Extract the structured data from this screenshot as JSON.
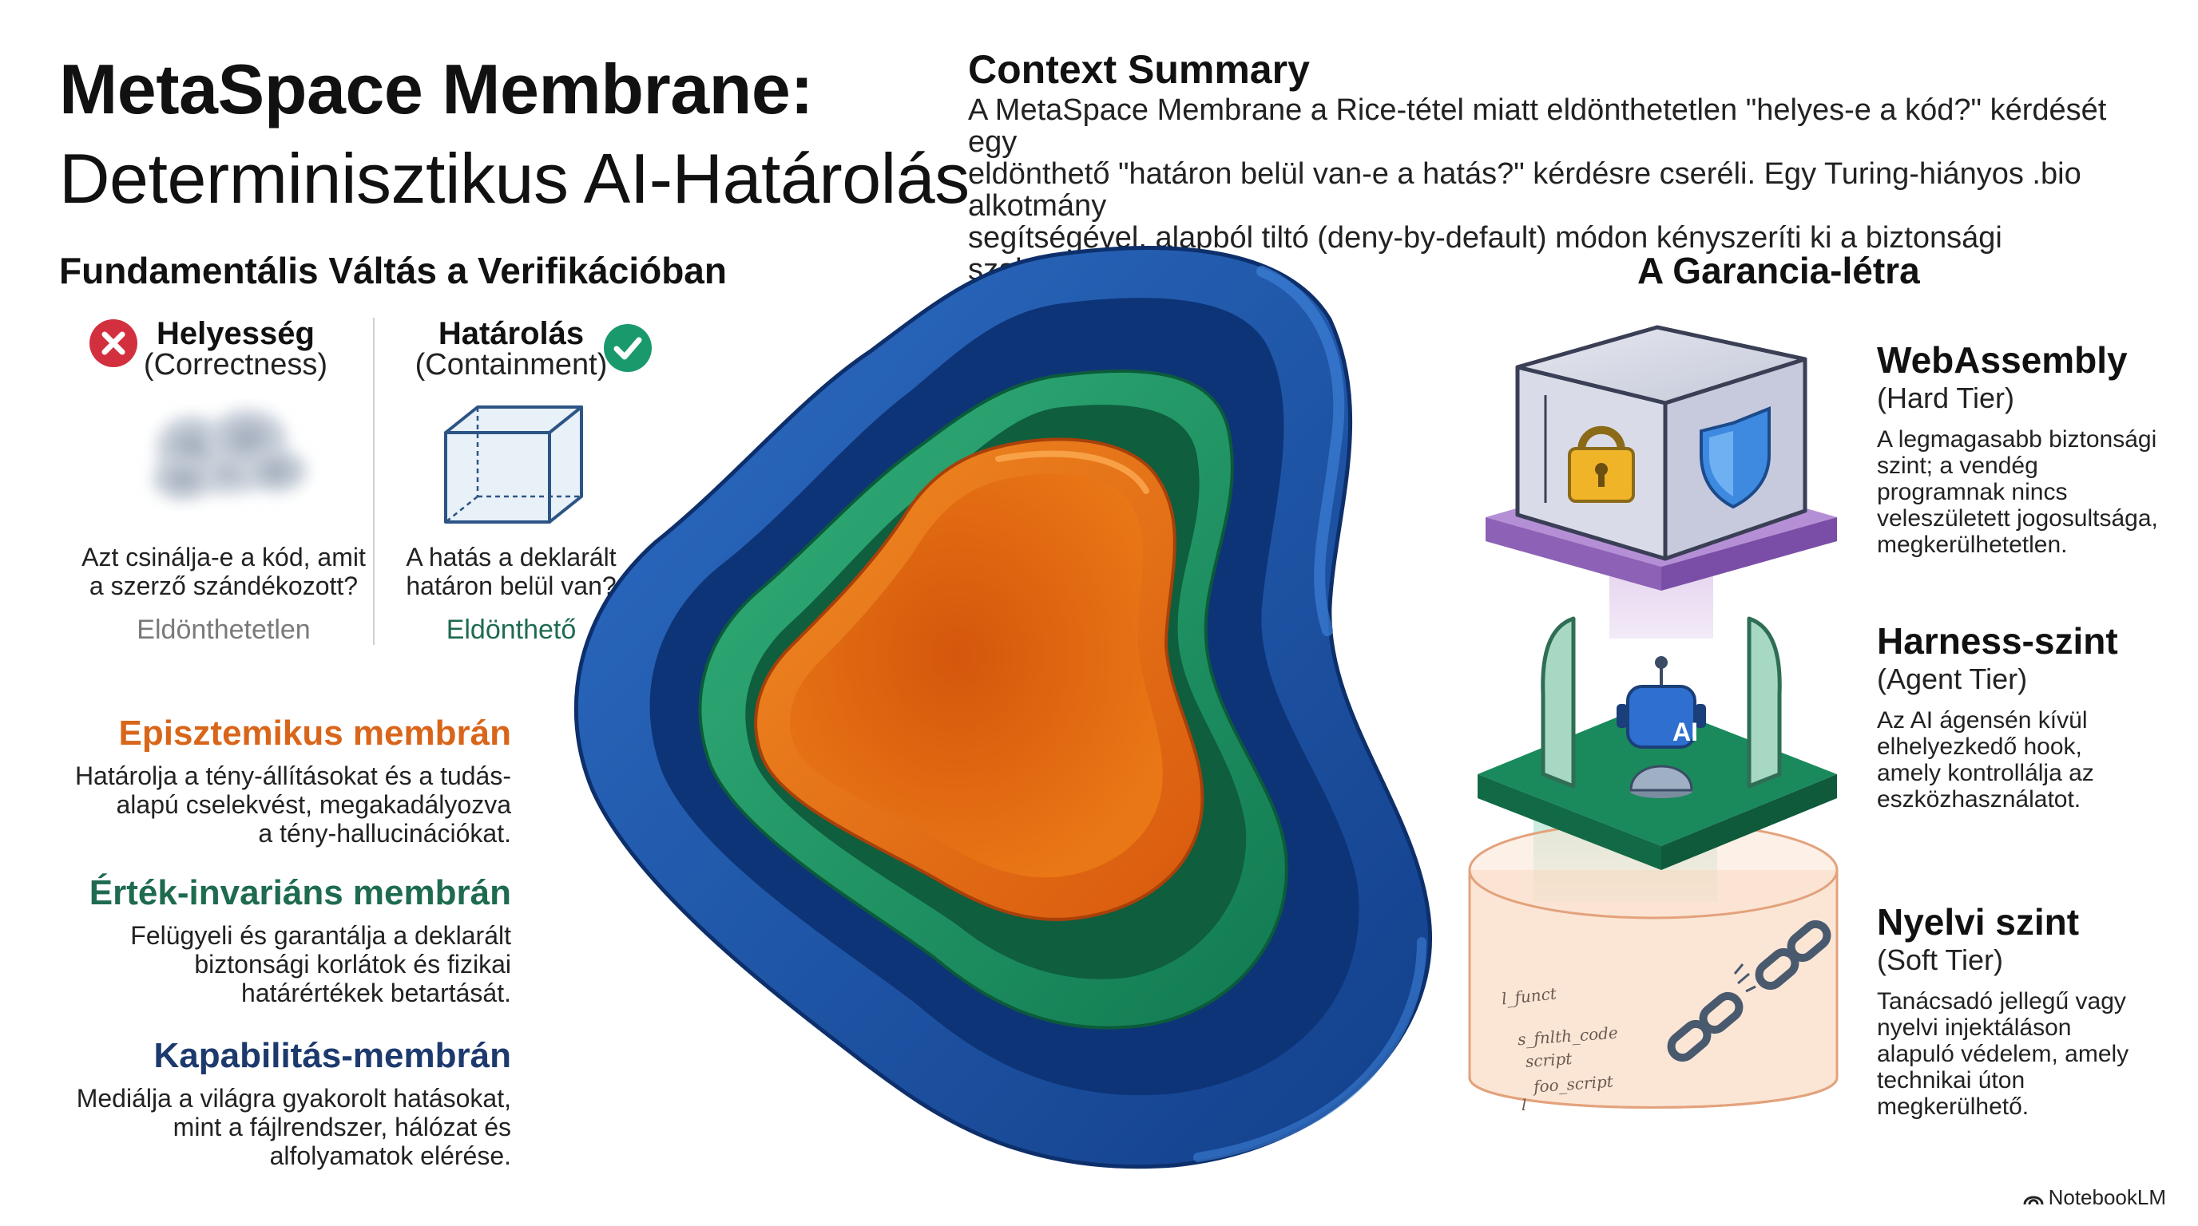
{
  "title": {
    "line1": "MetaSpace Membrane:",
    "line2": "Determinisztikus AI-Határolás"
  },
  "context": {
    "heading": "Context Summary",
    "line1": "A MetaSpace Membrane a Rice-tétel miatt eldönthetetlen \"helyes-e a kód?\" kérdését egy",
    "line2": "eldönthető \"határon belül van-e a hatás?\" kérdésre cseréli. Egy Turing-hiányos .bio alkotmány",
    "line3": "segítségével, alapból tiltó (deny-by-default) módon kényszeríti ki a biztonsági szabályokat."
  },
  "shift": {
    "heading": "Fundamentális Váltás a Verifikációban",
    "correctness": {
      "title": "Helyesség",
      "subtitle": "(Correctness)",
      "q1": "Azt csinálja-e a kód, amit",
      "q2": "a szerző szándékozott?",
      "verdict": "Eldönthetetlen",
      "icon": "x-circle-icon"
    },
    "containment": {
      "title": "Határolás",
      "subtitle": "(Containment)",
      "q1": "A hatás a deklarált",
      "q2": "határon belül van?",
      "verdict": "Eldönthető",
      "icon": "check-circle-icon"
    }
  },
  "membranes": [
    {
      "title": "Episztemikus membrán",
      "l1": "Határolja a tény-állításokat és a tudás-",
      "l2": "alapú cselekvést, megakadályozva",
      "l3": "a tény-hallucinációkat.",
      "color": "#d9651a"
    },
    {
      "title": "Érték-invariáns membrán",
      "l1": "Felügyeli és garantálja a deklarált",
      "l2": "biztonsági korlátok és fizikai",
      "l3": "határértékek betartását.",
      "color": "#1e6b4f"
    },
    {
      "title": "Kapabilitás-membrán",
      "l1": "Mediálja a világra gyakorolt hatásokat,",
      "l2": "mint a fájlrendszer, hálózat és",
      "l3": "alfolyamatok elérése.",
      "color": "#1d3a6e"
    }
  ],
  "ladder": {
    "heading": "A Garancia-létra",
    "tiers": [
      {
        "title": "WebAssembly",
        "subtitle": "(Hard Tier)",
        "lines": [
          "A legmagasabb biztonsági",
          "szint; a vendég",
          "programnak nincs",
          "veleszületett jogosultsága,",
          "megkerülhetetlen."
        ]
      },
      {
        "title": "Harness-szint",
        "subtitle": "(Agent Tier)",
        "lines": [
          "Az AI ágensén kívül",
          "elhelyezkedő hook,",
          "amely kontrollálja az",
          "eszközhasználatot."
        ]
      },
      {
        "title": "Nyelvi szint",
        "subtitle": "(Soft Tier)",
        "lines": [
          "Tanácsadó jellegű vagy",
          "nyelvi injektáláson",
          "alapuló védelem, amely",
          "technikai úton",
          "megkerülhető."
        ]
      }
    ],
    "robot_label": "AI",
    "scribbles": [
      "l_funct",
      "s_fnlth_code",
      "script",
      "foo_script",
      "l"
    ]
  },
  "brand": "NotebookLM",
  "colors": {
    "red": "#d3303f",
    "green": "#1a9a6c",
    "orange": "#d9651a",
    "teal": "#1e6b4f",
    "navy": "#1d3a6e"
  }
}
